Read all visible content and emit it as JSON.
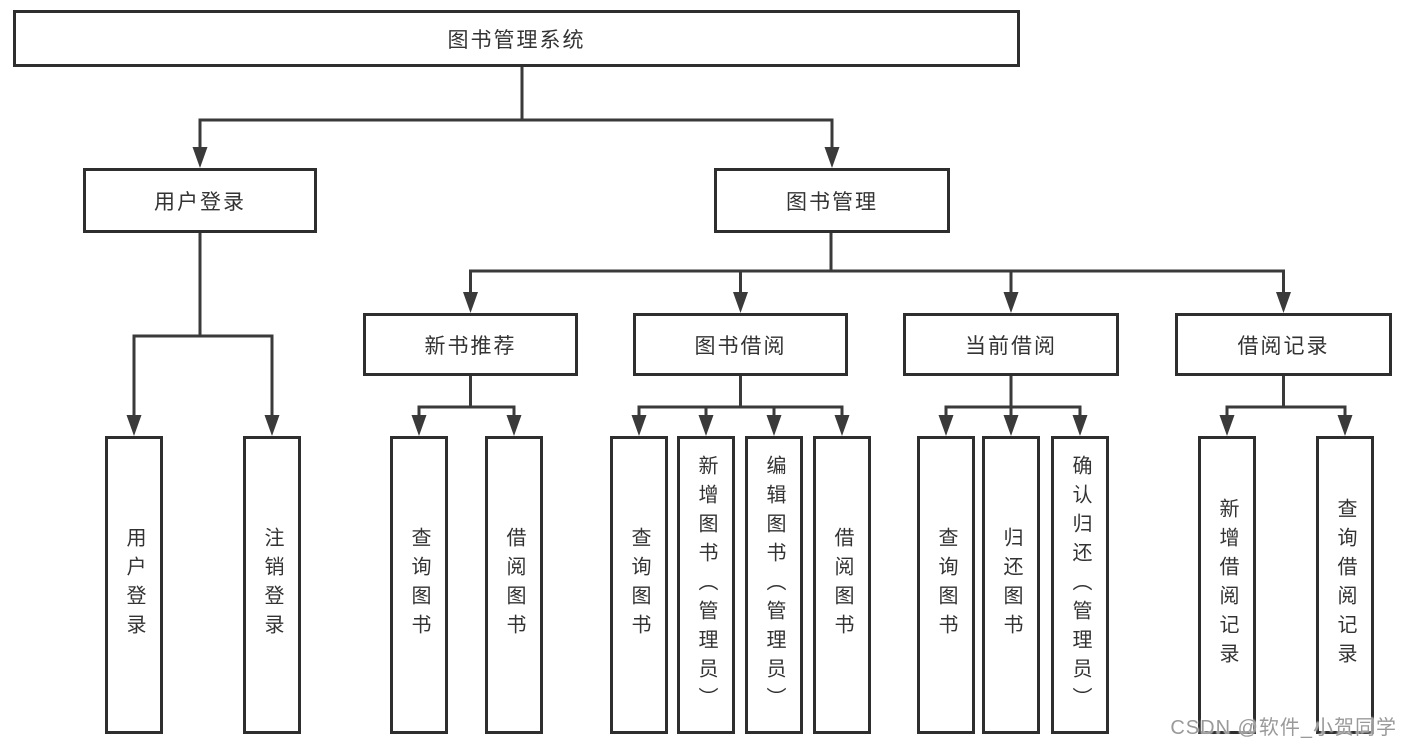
{
  "colors": {
    "line": "#3a3a3a",
    "border": "#2e2e2e",
    "text": "#333333",
    "watermark": "#9a9a9a",
    "background": "#ffffff"
  },
  "tree": {
    "root": "图书管理系统",
    "branches": [
      {
        "label": "用户登录",
        "leaves": [
          "用户登录",
          "注销登录"
        ]
      },
      {
        "label": "图书管理",
        "groups": [
          {
            "label": "新书推荐",
            "leaves": [
              "查询图书",
              "借阅图书"
            ]
          },
          {
            "label": "图书借阅",
            "leaves": [
              "查询图书",
              "新增图书（管理员）",
              "编辑图书（管理员）",
              "借阅图书"
            ]
          },
          {
            "label": "当前借阅",
            "leaves": [
              "查询图书",
              "归还图书",
              "确认归还（管理员）"
            ]
          },
          {
            "label": "借阅记录",
            "leaves": [
              "新增借阅记录",
              "查询借阅记录"
            ]
          }
        ]
      }
    ]
  },
  "watermark": {
    "text": "CSDN @软件_小贺同学"
  }
}
